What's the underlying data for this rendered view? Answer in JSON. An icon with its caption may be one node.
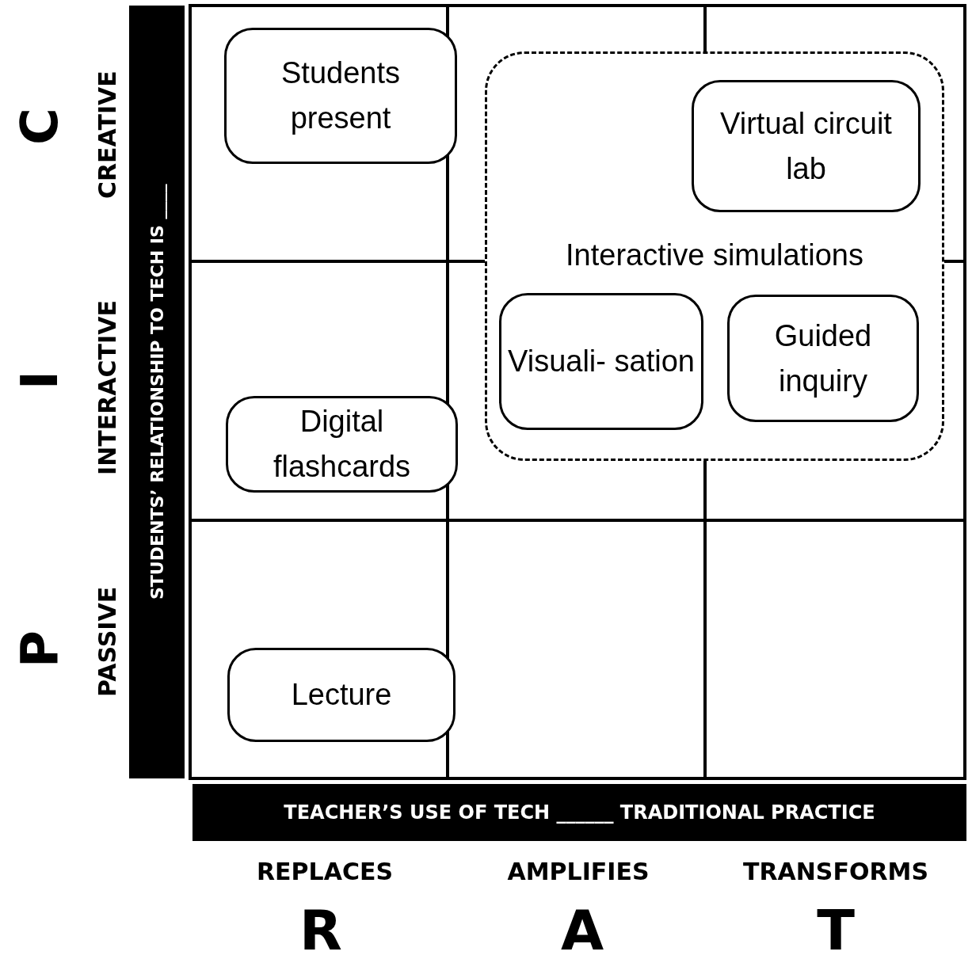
{
  "diagram": {
    "nodes": [
      {
        "text": [
          "Students present"
        ]
      },
      {
        "text": [
          "Interactive simulations"
        ]
      },
      {
        "text": [
          "Virtual circuit lab"
        ],
        "in": 1
      },
      {
        "text": [
          "Visuali- sation"
        ],
        "in": 1
      },
      {
        "text": [
          "Guided inquiry"
        ],
        "in": 1
      },
      {
        "text": [
          "Digital flashcards"
        ]
      },
      {
        "text": [
          "Lecture"
        ]
      }
    ],
    "labels": [
      "C",
      "CREATIVE",
      "I",
      "INTERACTIVE",
      "P",
      "PASSIVE",
      "STUDENTS’ RELATIONSHIP TO TECH IS ____",
      "TEACHER’S USE OF TECH ______ TRADITIONAL PRACTICE",
      "REPLACES",
      "AMPLIFIES",
      "TRANSFORMS",
      "R",
      "A",
      "T"
    ]
  }
}
